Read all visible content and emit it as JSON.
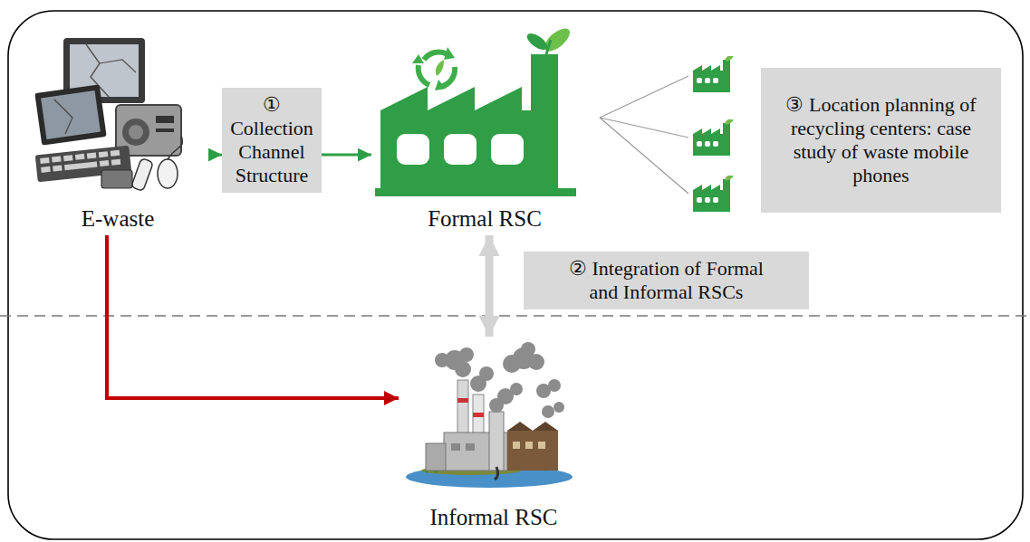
{
  "diagram": {
    "nodes": [
      {
        "text": [
          "E-waste"
        ]
      },
      {
        "text": [
          "① Collection Channel Structure"
        ]
      },
      {
        "text": [
          "Formal RSC"
        ]
      },
      {
        "text": [
          "③ Location planning of recycling centers: case study of waste mobile phones"
        ]
      },
      {
        "text": [
          "② Integration of Formal and Informal RSCs"
        ]
      },
      {
        "text": [
          "Informal RSC"
        ]
      }
    ],
    "edges": [
      {
        "from": 0,
        "to": 1,
        "arrow": "to"
      },
      {
        "from": 1,
        "to": 2,
        "arrow": "to"
      },
      {
        "from": 2,
        "to": 5,
        "arrow": "both"
      },
      {
        "from": 0,
        "to": 5,
        "arrow": "to"
      }
    ]
  }
}
